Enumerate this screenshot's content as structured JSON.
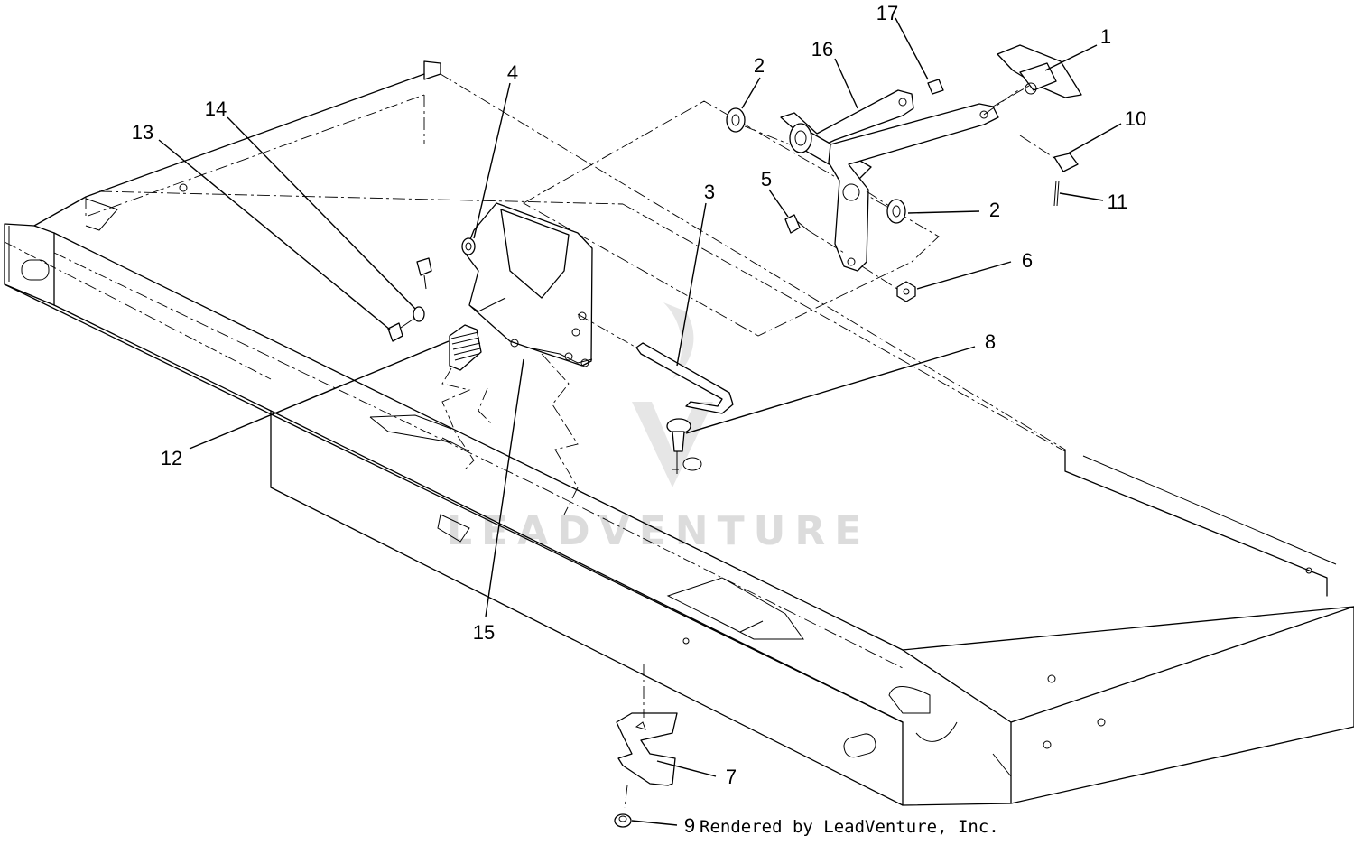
{
  "watermark": "LEADVENTURE",
  "credit": "Rendered by LeadVenture, Inc.",
  "callouts": {
    "c1": "1",
    "c2a": "2",
    "c2b": "2",
    "c3": "3",
    "c4": "4",
    "c5": "5",
    "c6": "6",
    "c7": "7",
    "c8": "8",
    "c9": "9",
    "c10": "10",
    "c11": "11",
    "c12": "12",
    "c13": "13",
    "c14": "14",
    "c15": "15",
    "c16": "16",
    "c17": "17"
  }
}
